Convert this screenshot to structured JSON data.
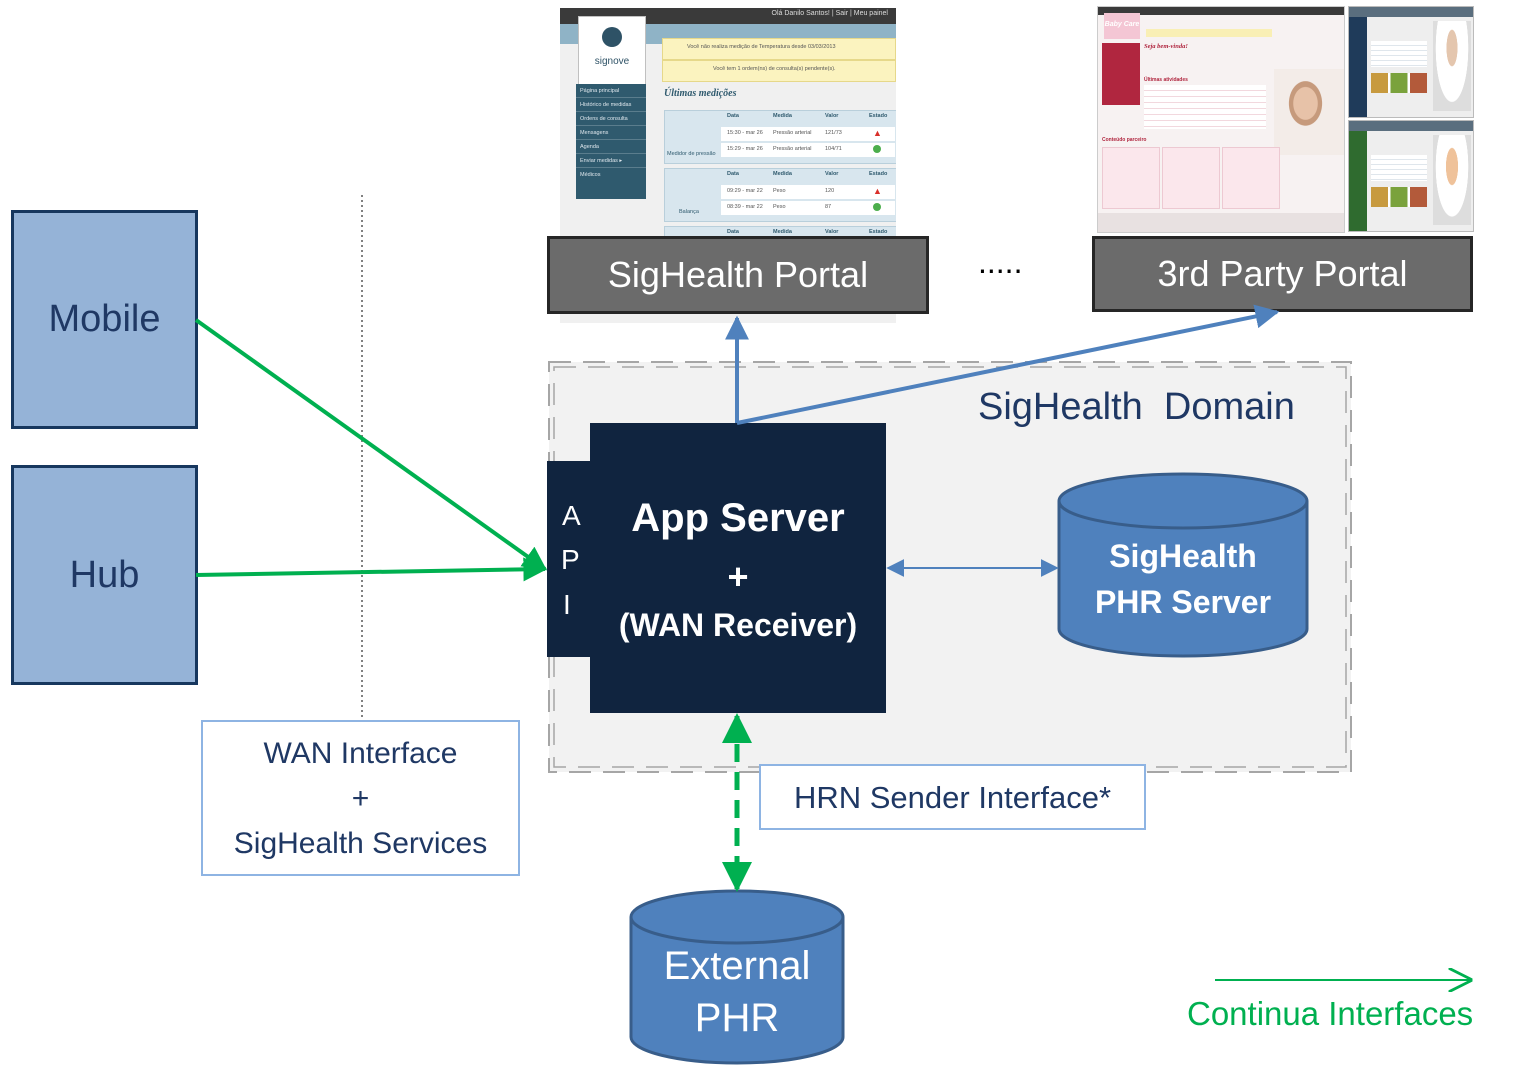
{
  "nodes": {
    "mobile": "Mobile",
    "hub": "Hub",
    "sighealth_portal": "SigHealth Portal",
    "third_party_portal": "3rd Party Portal",
    "ellipsis": ".....",
    "domain": "SigHealth  Domain",
    "api_letters": [
      "A",
      "P",
      "I"
    ],
    "app_server": {
      "line1": "App Server",
      "line2": "+",
      "line3": "(WAN Receiver)"
    },
    "phr_server": {
      "line1": "SigHealth",
      "line2": "PHR Server"
    },
    "external_phr": {
      "line1": "External",
      "line2": "PHR"
    }
  },
  "notes": {
    "wan": {
      "line1": "WAN Interface",
      "line2": "+",
      "line3": "SigHealth Services"
    },
    "hrn": "HRN Sender Interface*"
  },
  "legend": {
    "label": "Continua Interfaces"
  },
  "screenshot_signove": {
    "logo": "signove",
    "topbar": "Olá Danilo Santos! | Sair | Meu painel",
    "alerts": [
      "Você não realiza medição de Temperatura desde 03/03/2013",
      "Você tem 1 ordem(ns) de consulta(s) pendente(s)."
    ],
    "menu": [
      "Página principal",
      "Histórico de medidas",
      "Ordens de consulta",
      "Mensagens",
      "Agenda",
      "Enviar medidas ▸",
      "Médicos"
    ],
    "heading": "Últimas medições",
    "columns": [
      "Data",
      "Medida",
      "Valor",
      "Estado"
    ],
    "cards": [
      {
        "device": "Medidor de pressão",
        "rows": [
          [
            "15:30 - mar 26",
            "Pressão arterial",
            "121/73"
          ],
          [
            "15:29 - mar 26",
            "Pressão arterial",
            "104/71"
          ]
        ]
      },
      {
        "device": "Balança",
        "rows": [
          [
            "09:29 - mar 22",
            "Peso",
            "120"
          ],
          [
            "08:39 - mar 22",
            "Peso",
            "87"
          ]
        ]
      }
    ]
  },
  "screenshot_babycare": {
    "logo": "Baby Care",
    "welcome": "Seja bem-vinda!",
    "section": "Últimas atividades",
    "bottom": "Conteúdo parceiro"
  },
  "colors": {
    "continua": "#00b050",
    "link": "#4f81bd",
    "server": "#10243f",
    "cylinder": "#4f81bd",
    "device": "#95b3d7",
    "portal": "#6b6b6b"
  }
}
